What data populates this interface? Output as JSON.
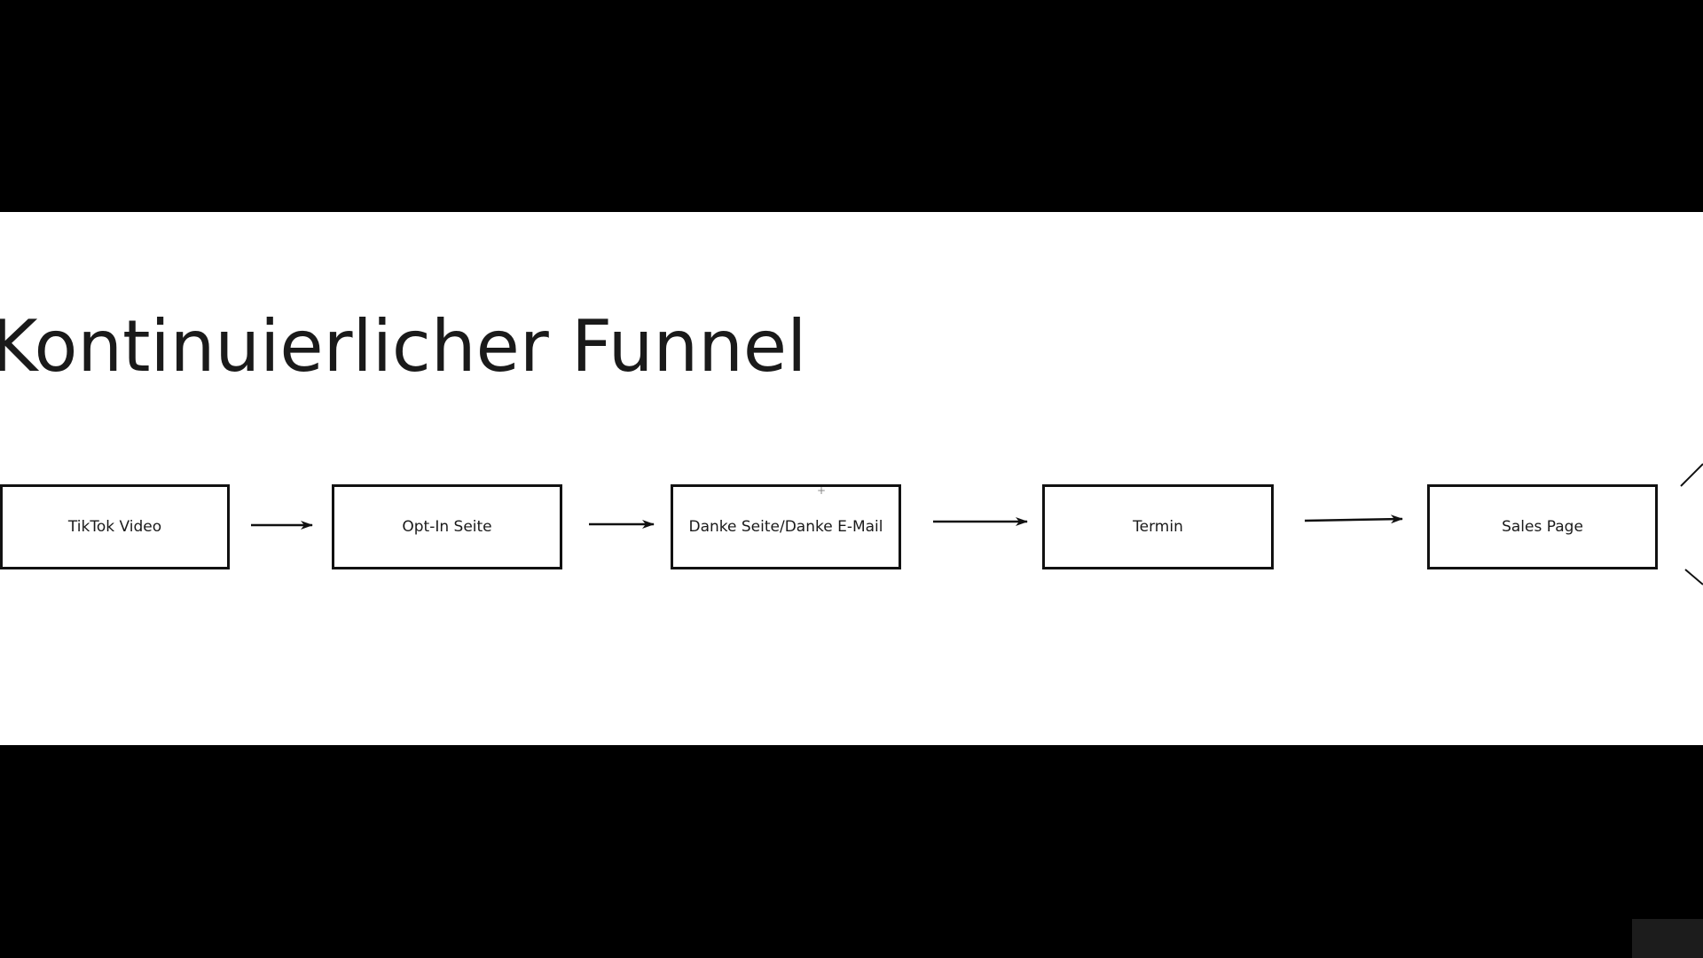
{
  "diagram": {
    "title": "Kontinuierlicher Funnel",
    "steps": [
      {
        "label": "TikTok Video"
      },
      {
        "label": "Opt-In Seite"
      },
      {
        "label": "Danke Seite/Danke E-Mail"
      },
      {
        "label": "Termin"
      },
      {
        "label": "Sales Page"
      }
    ],
    "connectors": [
      {
        "from": "TikTok Video",
        "to": "Opt-In Seite"
      },
      {
        "from": "Opt-In Seite",
        "to": "Danke Seite/Danke E-Mail"
      },
      {
        "from": "Danke Seite/Danke E-Mail",
        "to": "Termin"
      },
      {
        "from": "Termin",
        "to": "Sales Page"
      }
    ]
  },
  "colors": {
    "background": "#000000",
    "canvas": "#ffffff",
    "stroke": "#111111",
    "text": "#1a1a1a"
  }
}
